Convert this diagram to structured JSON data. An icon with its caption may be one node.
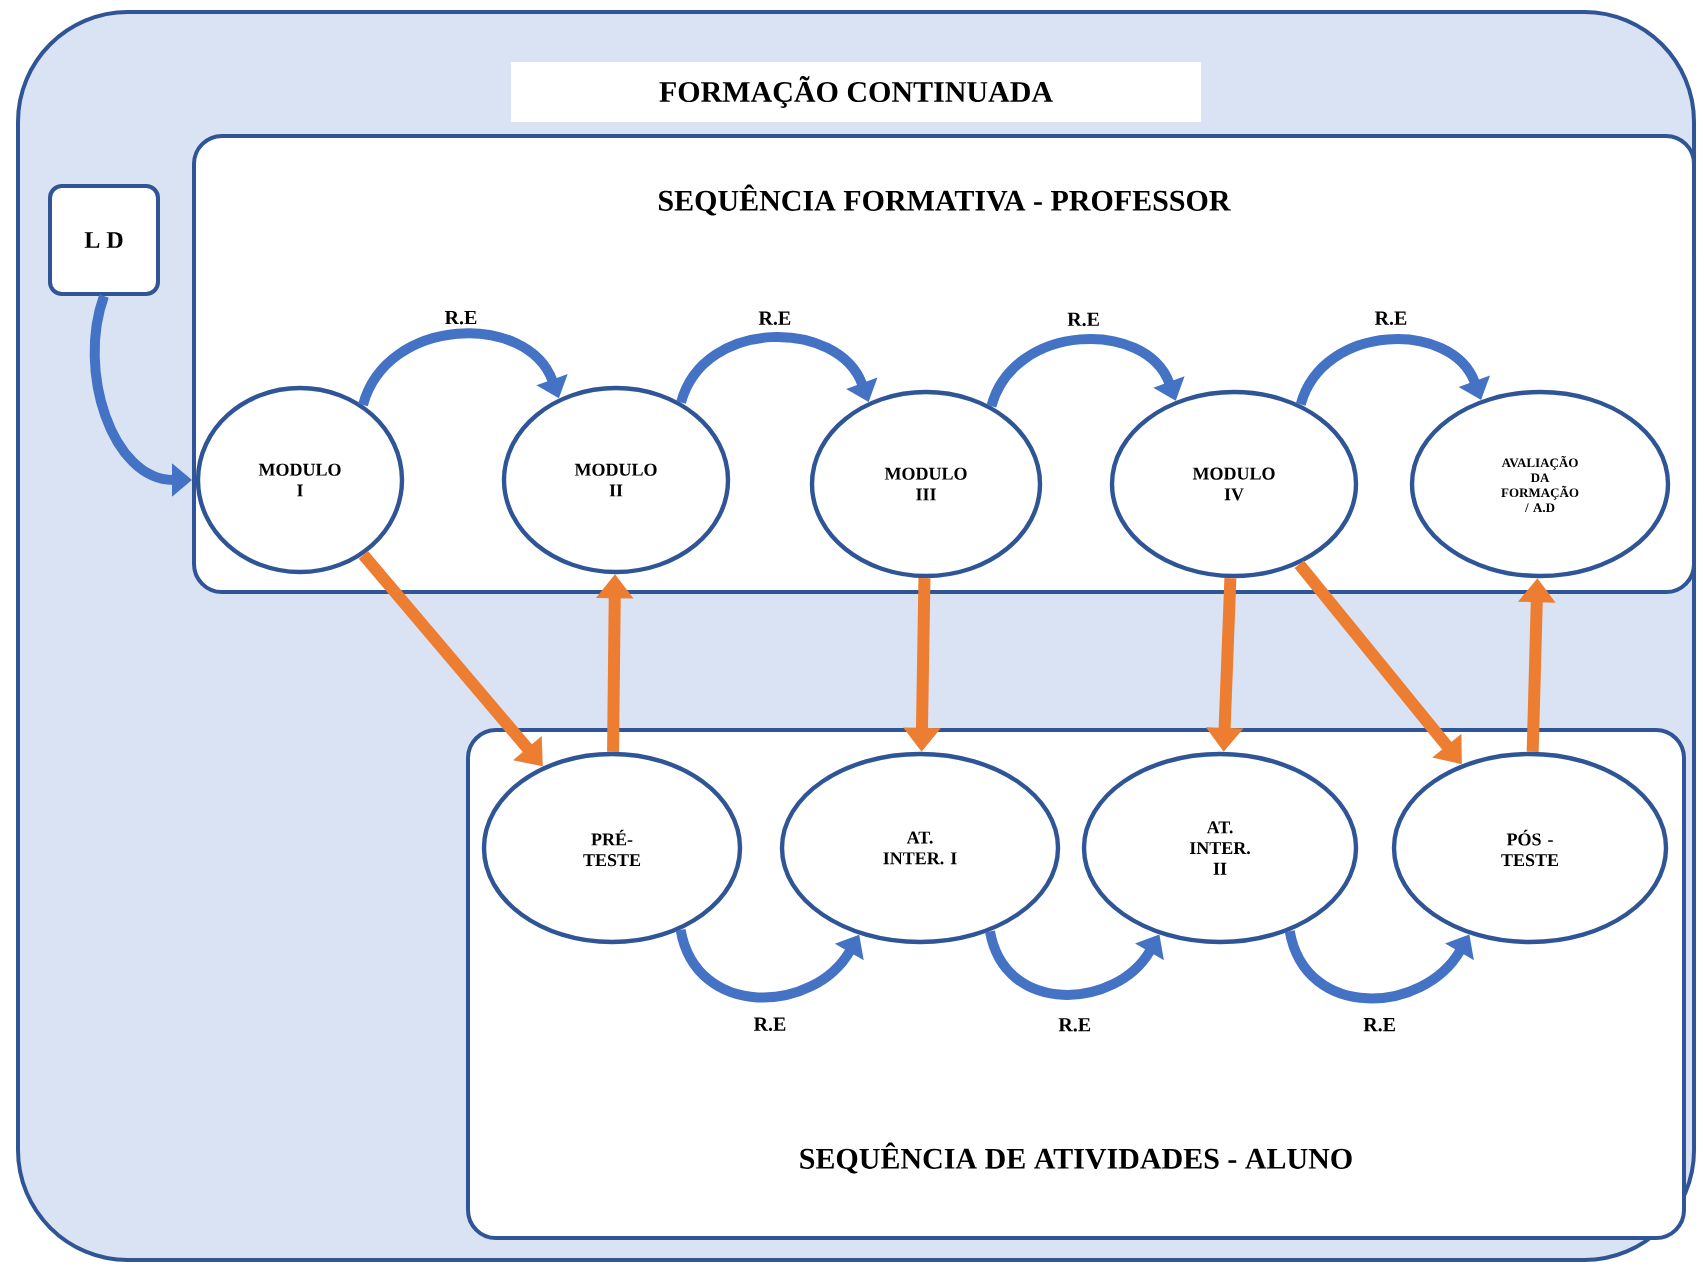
{
  "diagram": {
    "nodes": [
      {
        "text": [
          "FORMAÇÃO CONTINUADA"
        ]
      },
      {
        "text": [
          "L D"
        ],
        "in": 0
      },
      {
        "text": [
          "SEQUÊNCIA FORMATIVA - PROFESSOR"
        ],
        "in": 0
      },
      {
        "text": [
          "MODULO I"
        ],
        "in": 2
      },
      {
        "text": [
          "MODULO II"
        ],
        "in": 2
      },
      {
        "text": [
          "MODULO III"
        ],
        "in": 2
      },
      {
        "text": [
          "MODULO IV"
        ],
        "in": 2
      },
      {
        "text": [
          "AVALIAÇÃO DA FORMAÇÃO / A.D"
        ],
        "in": 2
      },
      {
        "text": [
          "SEQUÊNCIA DE ATIVIDADES - ALUNO"
        ],
        "in": 0
      },
      {
        "text": [
          "PRÉ-TESTE"
        ],
        "in": 8
      },
      {
        "text": [
          "AT. INTER. I"
        ],
        "in": 8
      },
      {
        "text": [
          "AT. INTER. II"
        ],
        "in": 8
      },
      {
        "text": [
          "PÓS - TESTE"
        ],
        "in": 8
      }
    ],
    "edges": [
      {
        "from": 1,
        "to": 2,
        "arrow": "to"
      },
      {
        "from": 3,
        "to": 4,
        "arrow": "to",
        "label": "R.E"
      },
      {
        "from": 4,
        "to": 5,
        "arrow": "to",
        "label": "R.E"
      },
      {
        "from": 5,
        "to": 6,
        "arrow": "to",
        "label": "R.E"
      },
      {
        "from": 6,
        "to": 7,
        "arrow": "to",
        "label": "R.E"
      },
      {
        "from": 9,
        "to": 10,
        "arrow": "to",
        "label": "R.E"
      },
      {
        "from": 10,
        "to": 11,
        "arrow": "to",
        "label": "R.E"
      },
      {
        "from": 11,
        "to": 12,
        "arrow": "to",
        "label": "R.E"
      },
      {
        "from": 3,
        "to": 9,
        "arrow": "to",
        "color": "#ed7d31"
      },
      {
        "from": 9,
        "to": 4,
        "arrow": "to",
        "color": "#ed7d31"
      },
      {
        "from": 5,
        "to": 10,
        "arrow": "to",
        "color": "#ed7d31"
      },
      {
        "from": 6,
        "to": 11,
        "arrow": "to",
        "color": "#ed7d31"
      },
      {
        "from": 6,
        "to": 12,
        "arrow": "to",
        "color": "#ed7d31"
      },
      {
        "from": 12,
        "to": 7,
        "arrow": "to",
        "color": "#ed7d31"
      }
    ]
  }
}
